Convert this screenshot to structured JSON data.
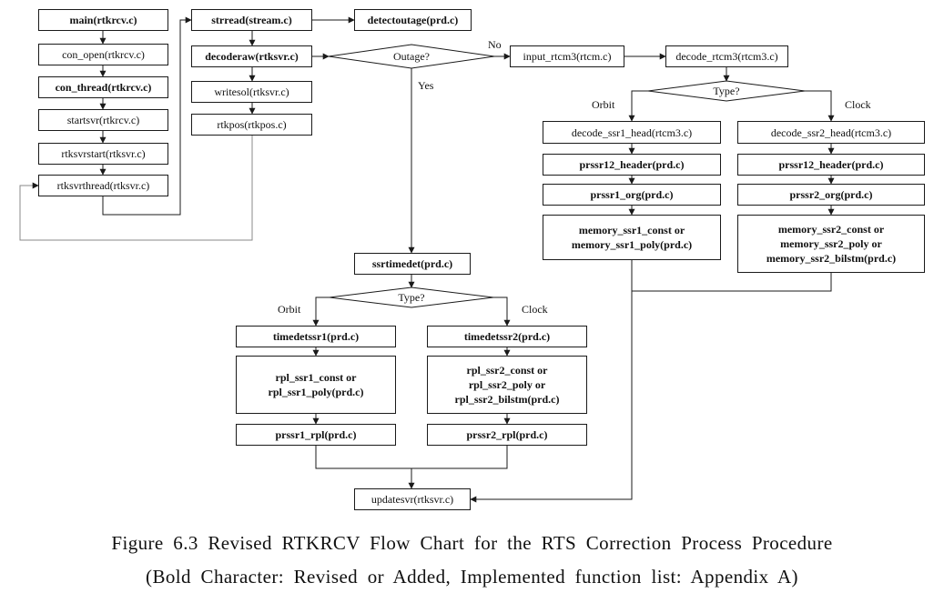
{
  "caption": {
    "line1": "Figure 6.3 Revised RTKRCV Flow Chart for the RTS Correction Process Procedure",
    "line2": "(Bold Character: Revised or Added, Implemented function list: Appendix A)"
  },
  "boxes": {
    "main": {
      "text": "main(rtkrcv.c)",
      "bold": true
    },
    "con_open": {
      "text": "con_open(rtkrcv.c)",
      "bold": false
    },
    "con_thread": {
      "text": "con_thread(rtkrcv.c)",
      "bold": true
    },
    "startsvr": {
      "text": "startsvr(rtkrcv.c)",
      "bold": false
    },
    "rtksvrstart": {
      "text": "rtksvrstart(rtksvr.c)",
      "bold": false
    },
    "rtksvrthread": {
      "text": "rtksvrthread(rtksvr.c)",
      "bold": false
    },
    "strread": {
      "text": "strread(stream.c)",
      "bold": true
    },
    "decoderaw": {
      "text": "decoderaw(rtksvr.c)",
      "bold": true
    },
    "writesol": {
      "text": "writesol(rtksvr.c)",
      "bold": false
    },
    "rtkpos": {
      "text": "rtkpos(rtkpos.c)",
      "bold": false
    },
    "detectoutage": {
      "text": "detectoutage(prd.c)",
      "bold": true
    },
    "input_rtcm3": {
      "text": "input_rtcm3(rtcm.c)",
      "bold": false
    },
    "decode_rtcm3": {
      "text": "decode_rtcm3(rtcm3.c)",
      "bold": false
    },
    "decode_ssr1_head": {
      "text": "decode_ssr1_head(rtcm3.c)",
      "bold": false
    },
    "decode_ssr2_head": {
      "text": "decode_ssr2_head(rtcm3.c)",
      "bold": false
    },
    "prssr12_header_a": {
      "text": "prssr12_header(prd.c)",
      "bold": true
    },
    "prssr12_header_b": {
      "text": "prssr12_header(prd.c)",
      "bold": true
    },
    "prssr1_org": {
      "text": "prssr1_org(prd.c)",
      "bold": true
    },
    "prssr2_org": {
      "text": "prssr2_org(prd.c)",
      "bold": true
    },
    "memory_ssr1": {
      "text": "memory_ssr1_const or\nmemory_ssr1_poly(prd.c)",
      "bold": true
    },
    "memory_ssr2": {
      "text": "memory_ssr2_const or\nmemory_ssr2_poly or\nmemory_ssr2_bilstm(prd.c)",
      "bold": true
    },
    "ssrtimedet": {
      "text": "ssrtimedet(prd.c)",
      "bold": true
    },
    "timedetssr1": {
      "text": "timedetssr1(prd.c)",
      "bold": true
    },
    "timedetssr2": {
      "text": "timedetssr2(prd.c)",
      "bold": true
    },
    "rpl_ssr1": {
      "text": "rpl_ssr1_const or\nrpl_ssr1_poly(prd.c)",
      "bold": true
    },
    "rpl_ssr2": {
      "text": "rpl_ssr2_const or\nrpl_ssr2_poly or\nrpl_ssr2_bilstm(prd.c)",
      "bold": true
    },
    "prssr1_rpl": {
      "text": "prssr1_rpl(prd.c)",
      "bold": true
    },
    "prssr2_rpl": {
      "text": "prssr2_rpl(prd.c)",
      "bold": true
    },
    "updatesvr": {
      "text": "updatesvr(rtksvr.c)",
      "bold": false
    }
  },
  "decisions": {
    "outage": {
      "text": "Outage?"
    },
    "type_rtcm": {
      "text": "Type?"
    },
    "type_ssr": {
      "text": "Type?"
    }
  },
  "edge_labels": {
    "no": "No",
    "yes": "Yes",
    "orbit_rtcm": "Orbit",
    "clock_rtcm": "Clock",
    "orbit_ssr": "Orbit",
    "clock_ssr": "Clock"
  },
  "style": {
    "line_color": "#1a1a1a",
    "feedback_line_color": "#888888",
    "box_border": "#1a1a1a",
    "text_color": "#111111"
  }
}
